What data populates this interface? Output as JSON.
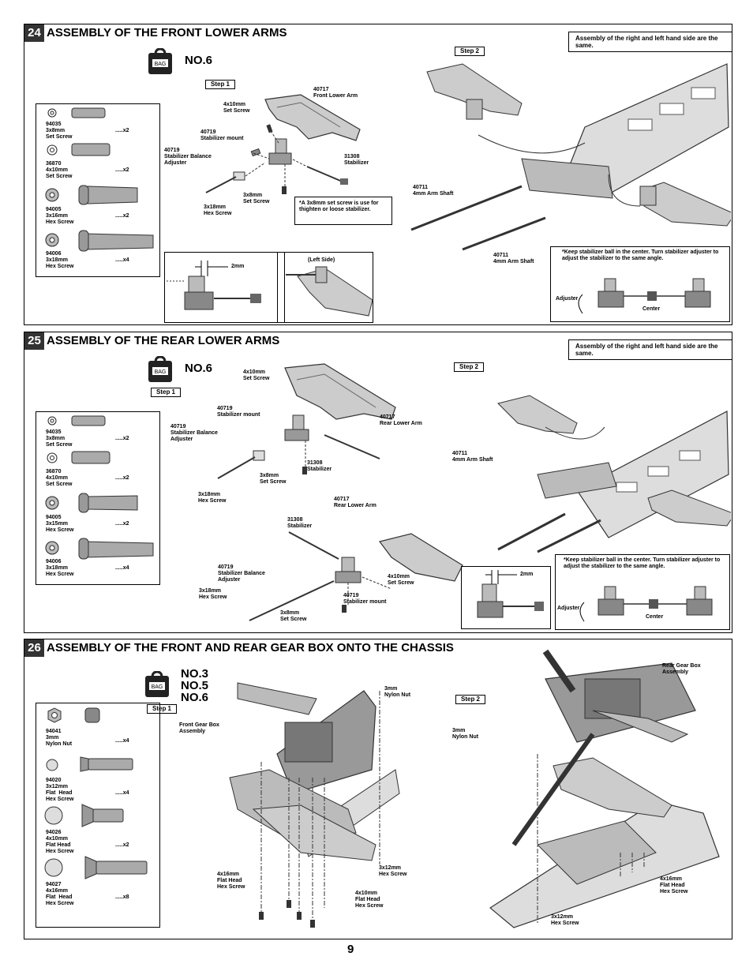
{
  "page_number": "9",
  "sections": [
    {
      "number": "24",
      "title": "ASSEMBLY OF THE FRONT LOWER ARMS",
      "bag_label": "BAG",
      "bag_numbers": [
        "NO.6"
      ],
      "step1": "Step 1",
      "step2": "Step 2",
      "note": "Assembly of the right and left hand side are the same.",
      "parts": [
        {
          "code": "94035",
          "size": "3x8mm",
          "name": "Set Screw",
          "qty": ".....x2"
        },
        {
          "code": "36870",
          "size": "4x10mm",
          "name": "Set Screw",
          "qty": ".....x2"
        },
        {
          "code": "94005",
          "size": "3x16mm",
          "name": "Hex Screw",
          "qty": ".....x2"
        },
        {
          "code": "94006",
          "size": "3x18mm",
          "name": "Hex Screw",
          "qty": ".....x4"
        }
      ],
      "labels": {
        "front_lower_arm": "40717\nFront Lower Arm",
        "set_screw_4x10": "4x10mm\nSet Screw",
        "stab_mount": "40719\nStabilizer mount",
        "stab_balance": "40719\nStabilizer Balance\nAdjuster",
        "stabilizer": "31308\nStabilizer",
        "set_screw_3x8": "3x8mm\nSet Screw",
        "hex_3x18": "3x18mm\nHex Screw",
        "arm_shaft_a": "40711\n4mm Arm Shaft",
        "arm_shaft_b": "40711\n4mm Arm Shaft",
        "set_note": "*A 3x8mm set screw is use for thighten or loose stabilizer.",
        "two_mm": "2mm",
        "left_side": "(Left Side)",
        "keep_note": "*Keep stabilizer ball in the center. Turn stabilizer adjuster to adjust the stabilizer to the same angle.",
        "adjuster": "Adjuster",
        "center": "Center"
      }
    },
    {
      "number": "25",
      "title": "ASSEMBLY OF THE REAR LOWER ARMS",
      "bag_label": "BAG",
      "bag_numbers": [
        "NO.6"
      ],
      "step1": "Step 1",
      "step2": "Step 2",
      "note": "Assembly of the right and left hand side are the same.",
      "parts": [
        {
          "code": "94035",
          "size": "3x8mm",
          "name": "Set Screw",
          "qty": ".....x2"
        },
        {
          "code": "36870",
          "size": "4x10mm",
          "name": "Set Screw",
          "qty": ".....x2"
        },
        {
          "code": "94005",
          "size": "3x15mm",
          "name": "Hex Screw",
          "qty": ".....x2"
        },
        {
          "code": "94006",
          "size": "3x18mm",
          "name": "Hex Screw",
          "qty": ".....x4"
        }
      ],
      "labels": {
        "set_screw_4x10": "4x10mm\nSet Screw",
        "stab_mount": "40719\nStabilizer mount",
        "rear_lower_arm": "40717\nRear Lower Arm",
        "stab_balance": "40719\nStabilizer Balance\nAdjuster",
        "stabilizer": "31308\nStabilizer",
        "set_screw_3x8": "3x8mm\nSet Screw",
        "hex_3x18": "3x18mm\nHex Screw",
        "rear_lower_arm_b": "40717\nRear Lower Arm",
        "stabilizer_b": "31308\nStabilizer",
        "stab_balance_b": "40719\nStabilizer Balance\nAdjuster",
        "set_screw_4x10_b": "4x10mm\nSet Screw",
        "hex_3x18_b": "3x18mm\nHex Screw",
        "stab_mount_b": "40719\nStabilizer mount",
        "set_screw_3x8_b": "3x8mm\nSet Screw",
        "arm_shaft": "40711\n4mm Arm Shaft",
        "two_mm": "2mm",
        "keep_note": "*Keep stabilizer ball in the center. Turn stabilizer adjuster to adjust the stabilizer to the same angle.",
        "adjuster": "Adjuster",
        "center": "Center"
      }
    },
    {
      "number": "26",
      "title": "ASSEMBLY OF THE FRONT AND REAR GEAR BOX ONTO THE CHASSIS",
      "bag_label": "BAG",
      "bag_numbers": [
        "NO.3",
        "NO.5",
        "NO.6"
      ],
      "step1": "Step 1",
      "step2": "Step 2",
      "parts": [
        {
          "code": "94041",
          "size": "3mm",
          "name": "Nylon Nut",
          "qty": ".....x4"
        },
        {
          "code": "94020",
          "size": "3x12mm",
          "name": "Flat  Head\nHex Screw",
          "qty": ".....x4"
        },
        {
          "code": "94026",
          "size": "4x10mm",
          "name": "Flat Head\nHex Screw",
          "qty": ".....x2"
        },
        {
          "code": "94027",
          "size": "4x16mm",
          "name": "Flat  Head\nHex Screw",
          "qty": ".....x8"
        }
      ],
      "labels": {
        "nylon_nut_a": "3mm\nNylon Nut",
        "front_gear_box": "Front Gear Box\nAssembly",
        "hex_3x12_a": "3x12mm\nHex Screw",
        "flat_4x16_a": "4x16mm\nFlat  Head\nHex Screw",
        "flat_4x10": "4x10mm\nFlat Head\nHex Screw",
        "rear_gear_box": "Rear Gear Box\nAssembly",
        "nylon_nut_b": "3mm\nNylon Nut",
        "flat_4x16_b": "4x16mm\nFlat  Head\nHex Screw",
        "hex_3x12_b": "3x12mm\nHex Screw"
      }
    }
  ]
}
